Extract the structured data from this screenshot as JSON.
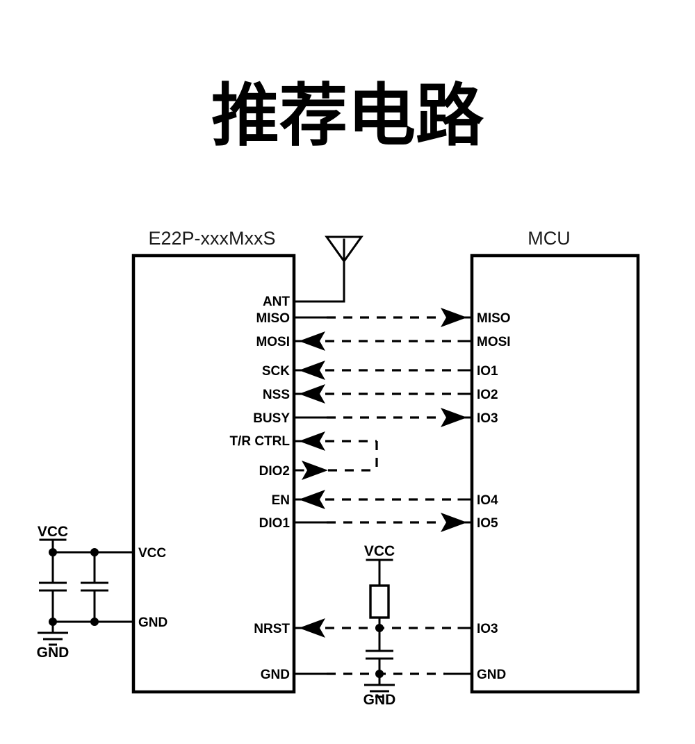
{
  "page": {
    "title": "推荐电路",
    "background_color": "#ffffff",
    "line_color": "#000000"
  },
  "blocks": {
    "module": {
      "name": "E22P-xxxMxxS",
      "left_pins": [
        {
          "label": "VCC"
        },
        {
          "label": "GND"
        }
      ],
      "right_pins": [
        {
          "label": "ANT"
        },
        {
          "label": "MISO"
        },
        {
          "label": "MOSI"
        },
        {
          "label": "SCK"
        },
        {
          "label": "NSS"
        },
        {
          "label": "BUSY"
        },
        {
          "label": "T/R CTRL"
        },
        {
          "label": "DIO2"
        },
        {
          "label": "EN"
        },
        {
          "label": "DIO1"
        },
        {
          "label": "NRST"
        },
        {
          "label": "GND"
        }
      ]
    },
    "mcu": {
      "name": "MCU",
      "left_pins": [
        {
          "label": "MISO"
        },
        {
          "label": "MOSI"
        },
        {
          "label": "IO1"
        },
        {
          "label": "IO2"
        },
        {
          "label": "IO3"
        },
        {
          "label": "IO4"
        },
        {
          "label": "IO5"
        },
        {
          "label": "IO3"
        },
        {
          "label": "GND"
        }
      ]
    }
  },
  "nets": [
    {
      "name": "ant-net",
      "from": "ANT",
      "to": "antenna",
      "style": "solid",
      "direction": "none"
    },
    {
      "name": "miso-net",
      "from": "MISO",
      "to": "MISO",
      "style": "dashed",
      "direction": "to-mcu"
    },
    {
      "name": "mosi-net",
      "from": "MOSI",
      "to": "MOSI",
      "style": "dashed",
      "direction": "to-module"
    },
    {
      "name": "sck-net",
      "from": "SCK",
      "to": "IO1",
      "style": "dashed",
      "direction": "to-module"
    },
    {
      "name": "nss-net",
      "from": "NSS",
      "to": "IO2",
      "style": "dashed",
      "direction": "to-module"
    },
    {
      "name": "busy-net",
      "from": "BUSY",
      "to": "IO3",
      "style": "dashed",
      "direction": "to-mcu"
    },
    {
      "name": "trctrl-dio2-loop",
      "from": "DIO2",
      "to": "T/R CTRL",
      "style": "dashed",
      "direction": "loopback"
    },
    {
      "name": "en-net",
      "from": "EN",
      "to": "IO4",
      "style": "dashed",
      "direction": "to-module"
    },
    {
      "name": "dio1-net",
      "from": "DIO1",
      "to": "IO5",
      "style": "dashed",
      "direction": "to-mcu"
    },
    {
      "name": "nrst-net",
      "from": "NRST",
      "to": "IO3",
      "style": "dashed",
      "direction": "to-module"
    },
    {
      "name": "gnd-net",
      "from": "GND",
      "to": "GND",
      "style": "dashed",
      "direction": "none"
    }
  ],
  "power_symbols": {
    "supply_left": "VCC",
    "ground_left": "GND",
    "supply_mid": "VCC",
    "ground_mid": "GND"
  },
  "components": {
    "decoupling": [
      {
        "ref": "capacitor",
        "symbol": "cap"
      },
      {
        "ref": "capacitor",
        "symbol": "cap"
      }
    ],
    "reset_network": [
      {
        "ref": "pullup-resistor",
        "symbol": "res"
      },
      {
        "ref": "capacitor",
        "symbol": "cap"
      }
    ]
  },
  "antenna": {
    "label": "antenna-symbol"
  }
}
